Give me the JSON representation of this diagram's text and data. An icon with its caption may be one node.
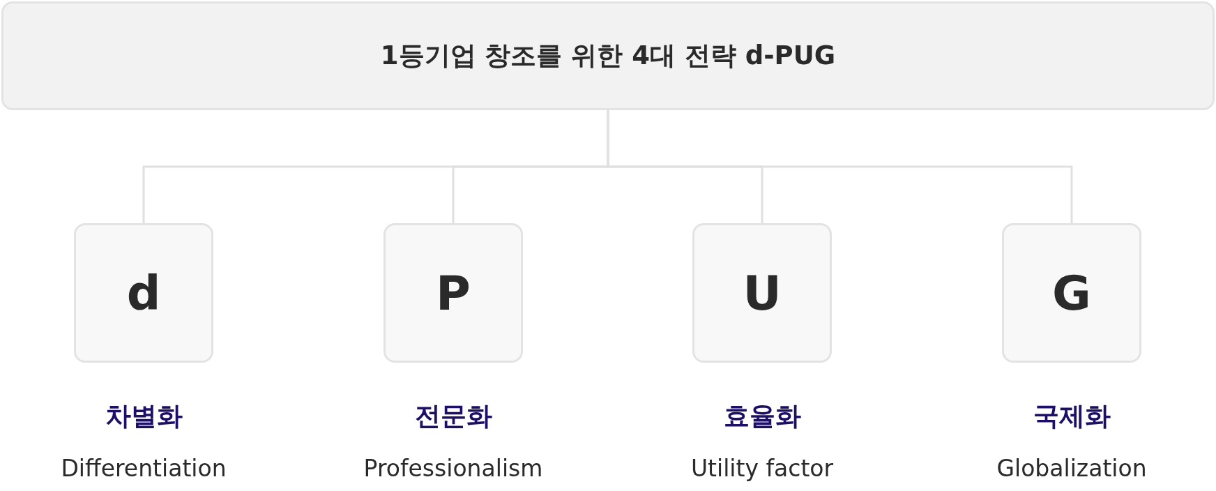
{
  "diagram": {
    "nodes": [
      {
        "text": [
          "1등기업 창조를 위한 4대 전략 d-PUG"
        ]
      },
      {
        "text": [
          "d"
        ],
        "beside": [
          "차별화",
          "Differentiation"
        ]
      },
      {
        "text": [
          "P"
        ],
        "beside": [
          "전문화",
          "Professionalism"
        ]
      },
      {
        "text": [
          "U"
        ],
        "beside": [
          "효율화",
          "Utility factor"
        ]
      },
      {
        "text": [
          "G"
        ],
        "beside": [
          "국제화",
          "Globalization"
        ]
      }
    ],
    "edges": [
      {
        "from": 0,
        "to": 1,
        "arrow": "none"
      },
      {
        "from": 0,
        "to": 2,
        "arrow": "none"
      },
      {
        "from": 0,
        "to": 3,
        "arrow": "none"
      },
      {
        "from": 0,
        "to": 4,
        "arrow": "none"
      }
    ]
  }
}
